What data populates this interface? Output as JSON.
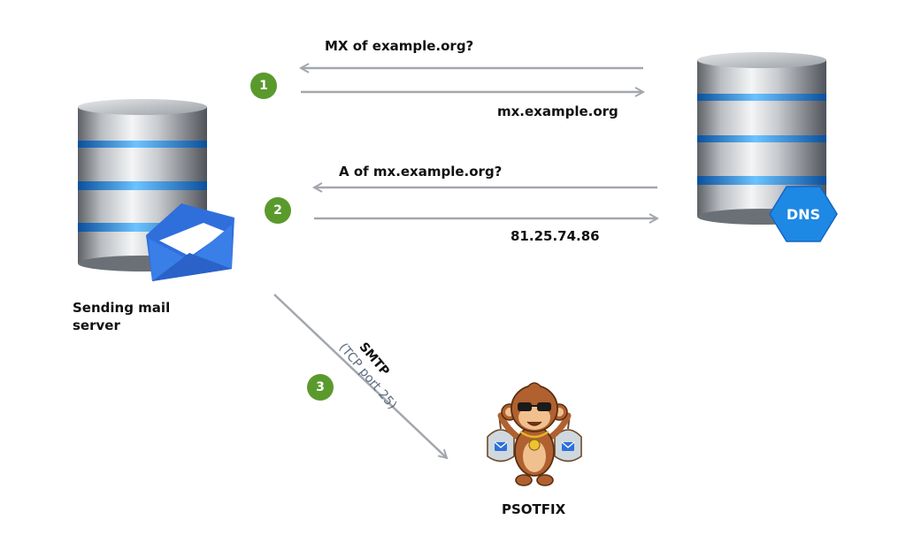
{
  "queries": {
    "mx_question": "MX of example.org?",
    "mx_answer": "mx.example.org",
    "a_question": "A of mx.example.org?",
    "a_answer": "81.25.74.86"
  },
  "steps": [
    "1",
    "2",
    "3"
  ],
  "smtp": {
    "protocol": "SMTP",
    "port_note": "(TCP port 25)"
  },
  "nodes": {
    "sender": "Sending mail server",
    "dns": "DNS",
    "postfix": "PSOTFIX"
  },
  "icons": {
    "sender": "database-server-icon",
    "dns": "database-server-icon",
    "envelope": "envelope-icon",
    "mascot": "monkey-mascot-icon"
  },
  "colors": {
    "arrow": "#a3a7ad",
    "step_badge": "#5a9a2d",
    "dns_badge": "#1e88e5",
    "envelope": "#2f6fdc",
    "server_ring": "#2e8fe8"
  }
}
